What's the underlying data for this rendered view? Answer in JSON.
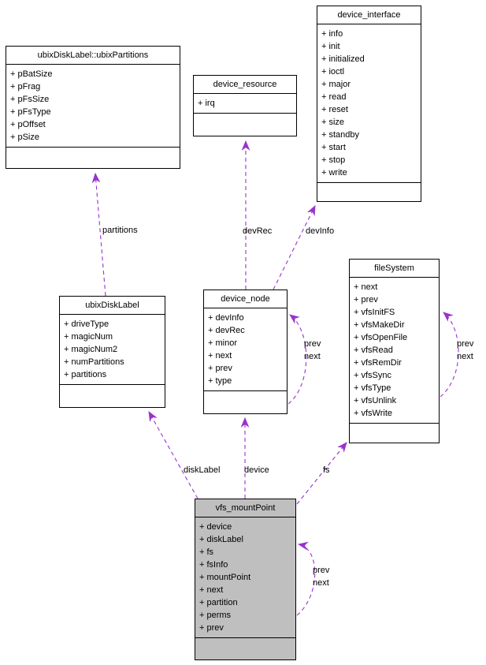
{
  "diagram": {
    "type": "uml-collaboration-diagram",
    "highlighted_class": "vfs_mountPoint"
  },
  "colors": {
    "edge": "#9a32cd",
    "highlight": "#bfbfbf",
    "border": "#000000",
    "text": "#000000",
    "background": "#ffffff"
  },
  "classes": [
    {
      "name": "ubixDiskLabel::ubixPartitions",
      "fields": [
        "+ pBatSize",
        "+ pFrag",
        "+ pFsSize",
        "+ pFsType",
        "+ pOffset",
        "+ pSize"
      ]
    },
    {
      "name": "device_resource",
      "fields": [
        "+ irq"
      ]
    },
    {
      "name": "device_interface",
      "fields": [
        "+ info",
        "+ init",
        "+ initialized",
        "+ ioctl",
        "+ major",
        "+ read",
        "+ reset",
        "+ size",
        "+ standby",
        "+ start",
        "+ stop",
        "+ write"
      ]
    },
    {
      "name": "ubixDiskLabel",
      "fields": [
        "+ driveType",
        "+ magicNum",
        "+ magicNum2",
        "+ numPartitions",
        "+ partitions"
      ]
    },
    {
      "name": "device_node",
      "fields": [
        "+ devInfo",
        "+ devRec",
        "+ minor",
        "+ next",
        "+ prev",
        "+ type"
      ]
    },
    {
      "name": "fileSystem",
      "fields": [
        "+ next",
        "+ prev",
        "+ vfsInitFS",
        "+ vfsMakeDir",
        "+ vfsOpenFile",
        "+ vfsRead",
        "+ vfsRemDir",
        "+ vfsSync",
        "+ vfsType",
        "+ vfsUnlink",
        "+ vfsWrite"
      ]
    },
    {
      "name": "vfs_mountPoint",
      "fields": [
        "+ device",
        "+ diskLabel",
        "+ fs",
        "+ fsInfo",
        "+ mountPoint",
        "+ next",
        "+ partition",
        "+ perms",
        "+ prev"
      ]
    }
  ],
  "edges": [
    {
      "labels": [
        "partitions"
      ],
      "from": "ubixDiskLabel",
      "to": "ubixDiskLabel::ubixPartitions"
    },
    {
      "labels": [
        "devRec"
      ],
      "from": "device_node",
      "to": "device_resource"
    },
    {
      "labels": [
        "devInfo"
      ],
      "from": "device_node",
      "to": "device_interface"
    },
    {
      "labels": [
        "prev",
        "next"
      ],
      "from": "device_node",
      "to": "device_node"
    },
    {
      "labels": [
        "prev",
        "next"
      ],
      "from": "fileSystem",
      "to": "fileSystem"
    },
    {
      "labels": [
        "diskLabel"
      ],
      "from": "vfs_mountPoint",
      "to": "ubixDiskLabel"
    },
    {
      "labels": [
        "device"
      ],
      "from": "vfs_mountPoint",
      "to": "device_node"
    },
    {
      "labels": [
        "fs"
      ],
      "from": "vfs_mountPoint",
      "to": "fileSystem"
    },
    {
      "labels": [
        "prev",
        "next"
      ],
      "from": "vfs_mountPoint",
      "to": "vfs_mountPoint"
    }
  ]
}
